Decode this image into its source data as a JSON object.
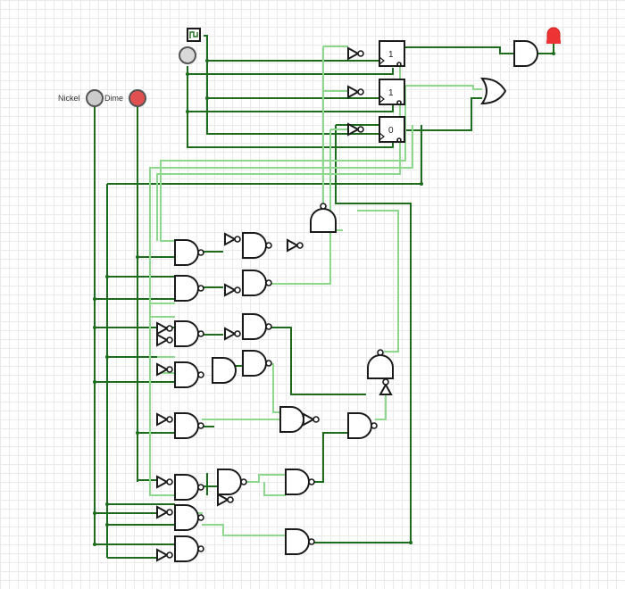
{
  "inputs": {
    "nickel": {
      "label": "Nickel",
      "state": "off",
      "color": "#cccccc"
    },
    "dime": {
      "label": "Dime",
      "state": "on",
      "color": "#e05050"
    }
  },
  "flipflops": [
    {
      "value": "1"
    },
    {
      "value": "1"
    },
    {
      "value": "0"
    }
  ],
  "output_led": {
    "state": "on",
    "color": "#ee3333"
  },
  "colors": {
    "wire_on": "#1d6b1d",
    "wire_off": "#8ed88e",
    "grid": "#e9e9e9"
  }
}
